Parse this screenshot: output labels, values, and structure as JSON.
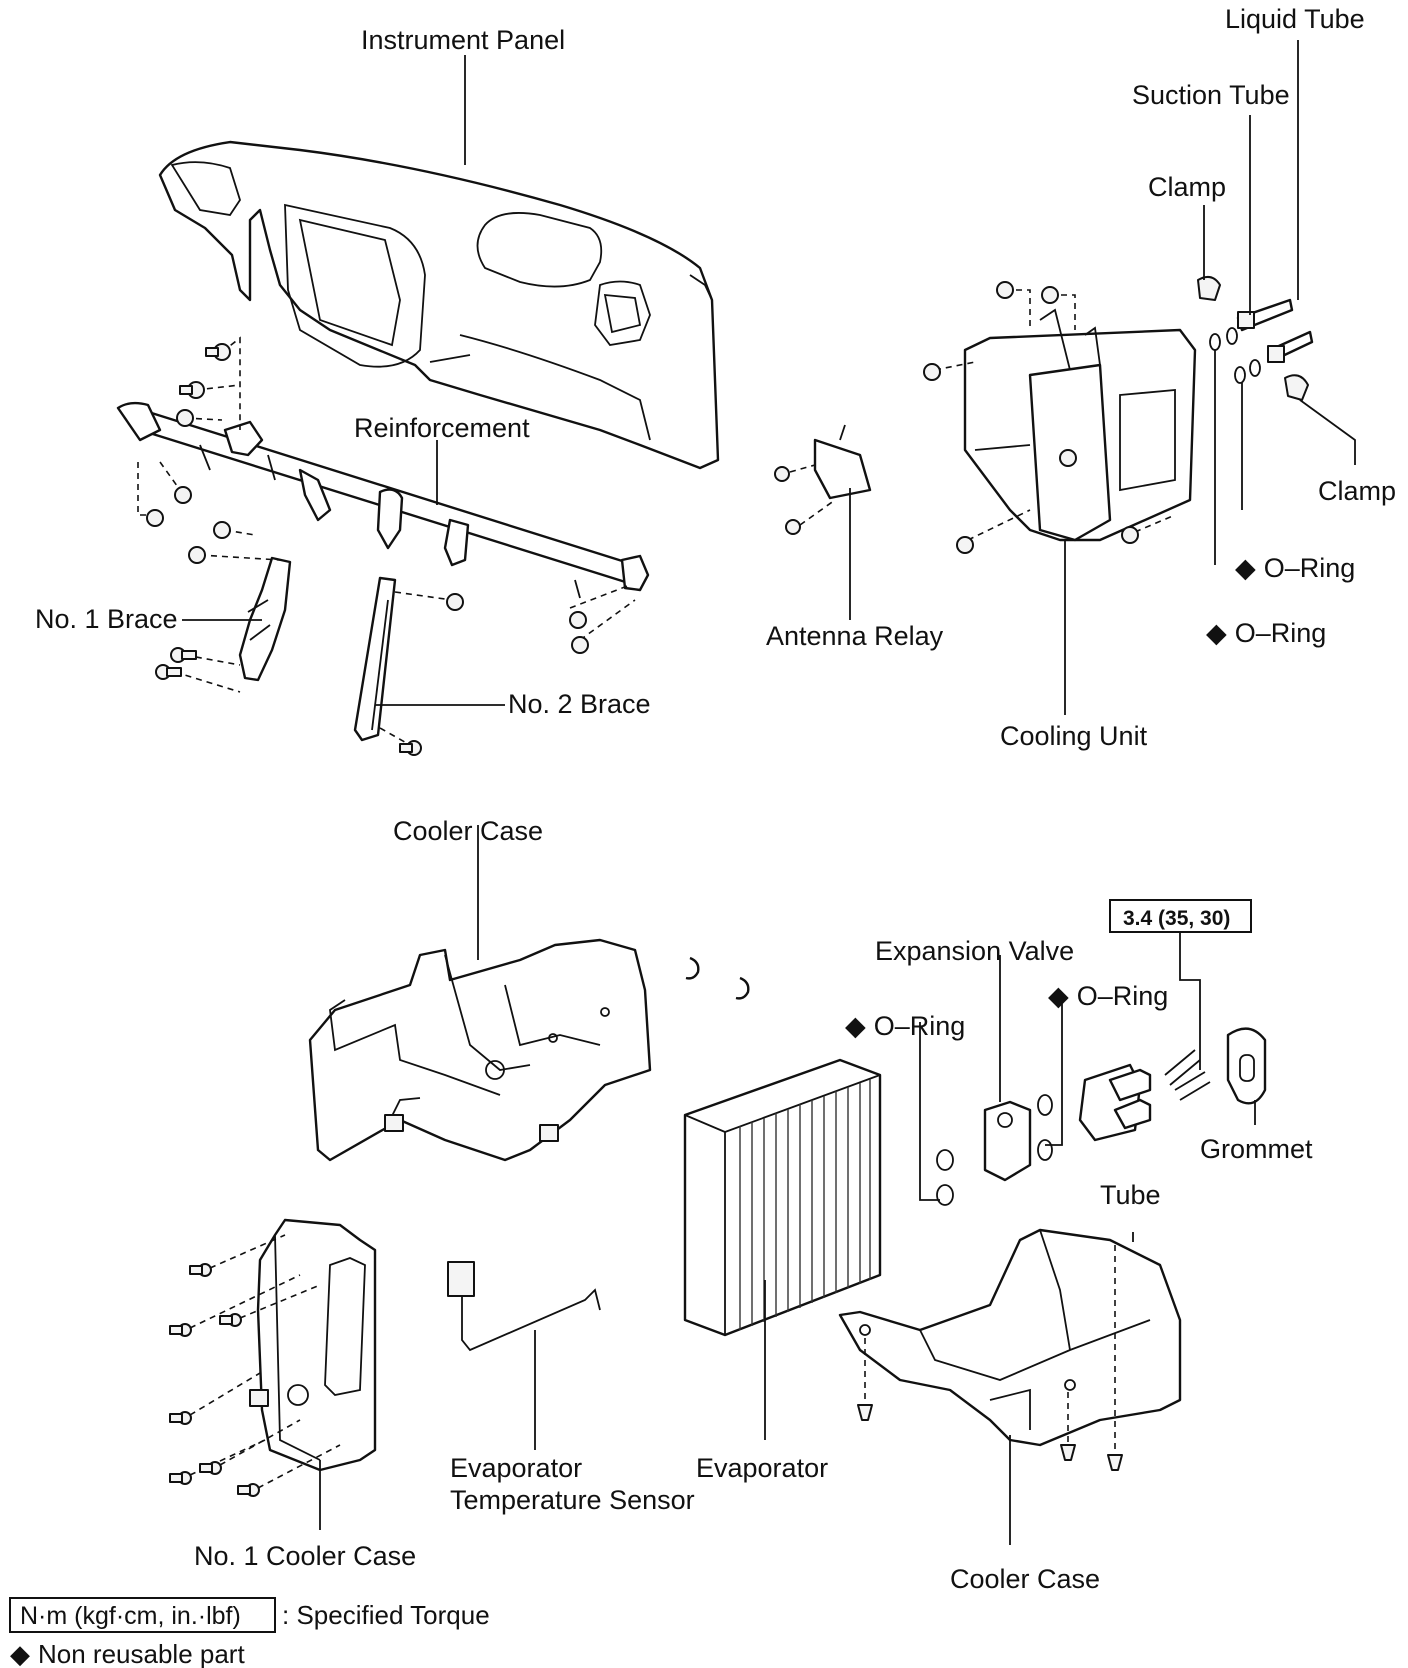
{
  "labels": {
    "instrument_panel": "Instrument Panel",
    "reinforcement": "Reinforcement",
    "no1_brace": "No. 1 Brace",
    "no2_brace": "No. 2 Brace",
    "antenna_relay": "Antenna Relay",
    "liquid_tube": "Liquid Tube",
    "suction_tube": "Suction Tube",
    "clamp_top": "Clamp",
    "clamp_right": "Clamp",
    "oring_1": "O–Ring",
    "oring_2": "O–Ring",
    "cooling_unit": "Cooling Unit",
    "cooler_case_top": "Cooler Case",
    "expansion_valve": "Expansion Valve",
    "oring_3": "O–Ring",
    "oring_4": "O–Ring",
    "torque_value": "3.4 (35, 30)",
    "grommet": "Grommet",
    "tube": "Tube",
    "evaporator": "Evaporator",
    "evap_sensor_line1": "Evaporator",
    "evap_sensor_line2": "Temperature Sensor",
    "no1_cooler_case": "No. 1 Cooler Case",
    "cooler_case_bottom": "Cooler Case"
  },
  "legend": {
    "torque_unit": "N·m (kgf·cm, in.·lbf)",
    "torque_desc": ": Specified Torque",
    "nonreusable": "Non reusable part"
  },
  "symbols": {
    "diamond": "◆"
  }
}
